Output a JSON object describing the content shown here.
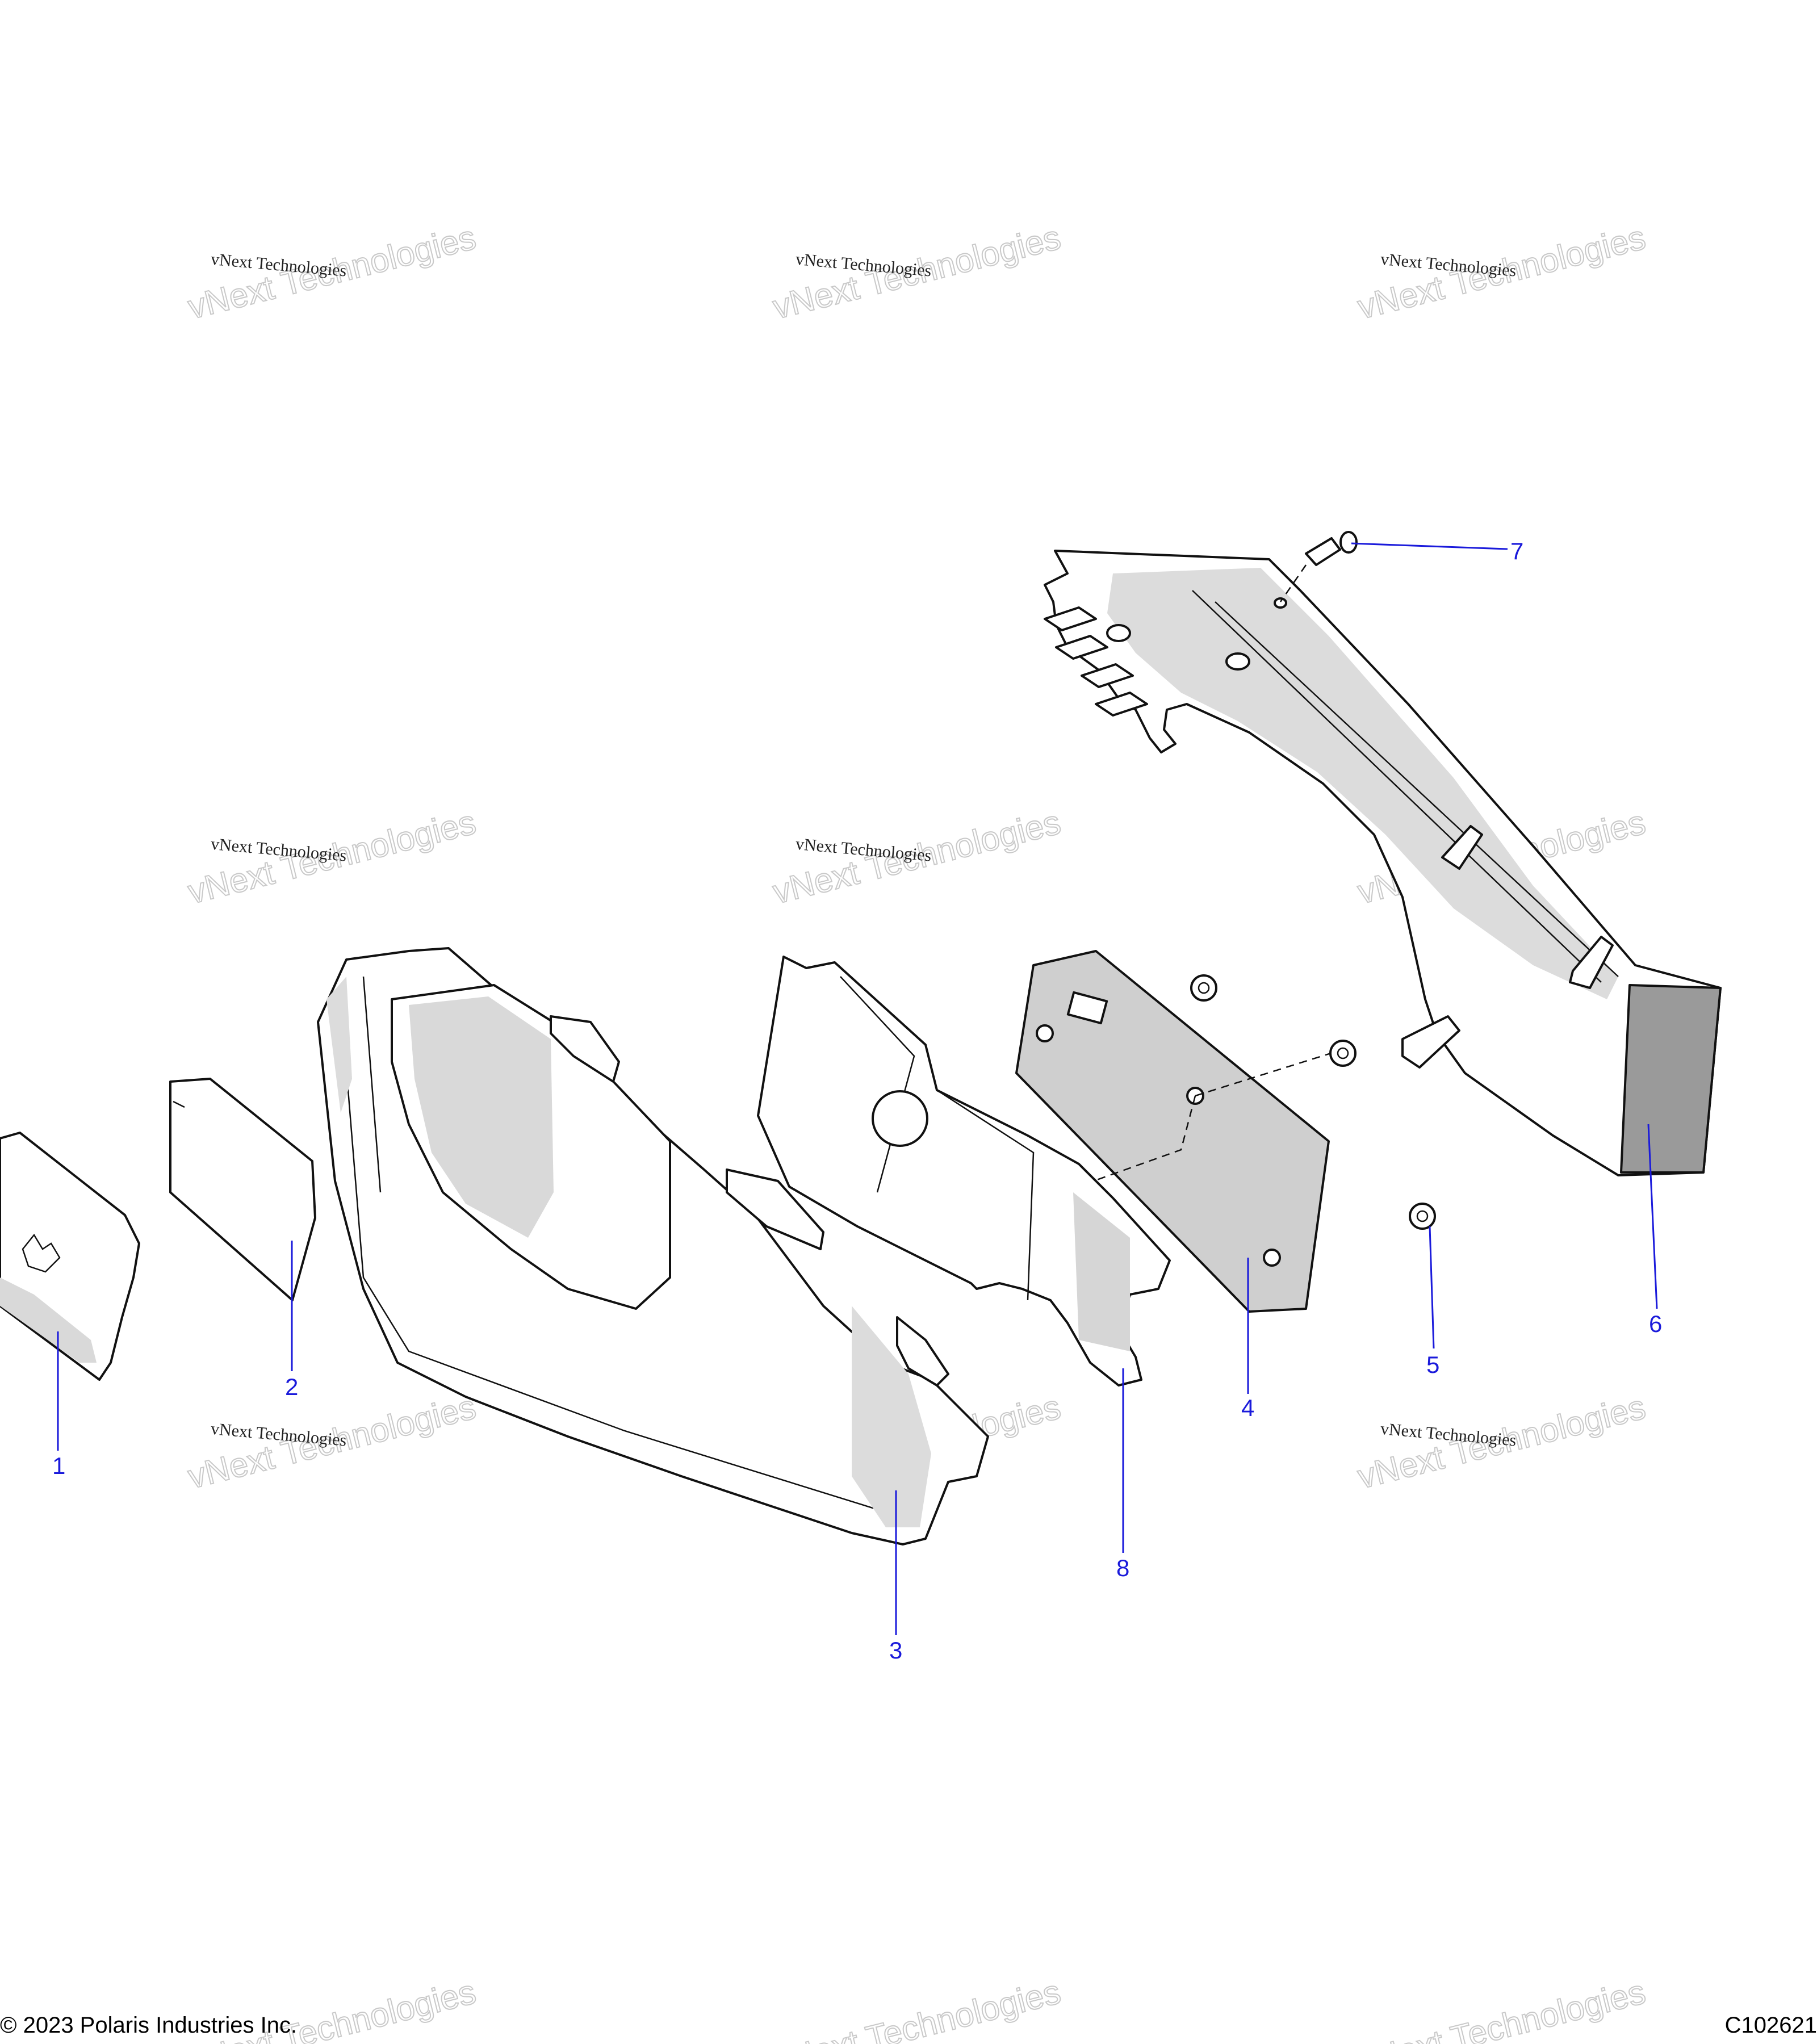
{
  "callouts": [
    "1",
    "2",
    "3",
    "4",
    "5",
    "6",
    "7",
    "8"
  ],
  "watermark": {
    "line1": "vNext Technologies",
    "line2": "vNext Technologies"
  },
  "footer": {
    "copyright": "© 2023 Polaris Industries Inc.",
    "figure_id": "C102621"
  },
  "colors": {
    "callout": "#1a1adb",
    "part_fill": "#ffffff",
    "part_shade": "#d6d6d6",
    "watermark_outline": "#c9c9c9"
  }
}
